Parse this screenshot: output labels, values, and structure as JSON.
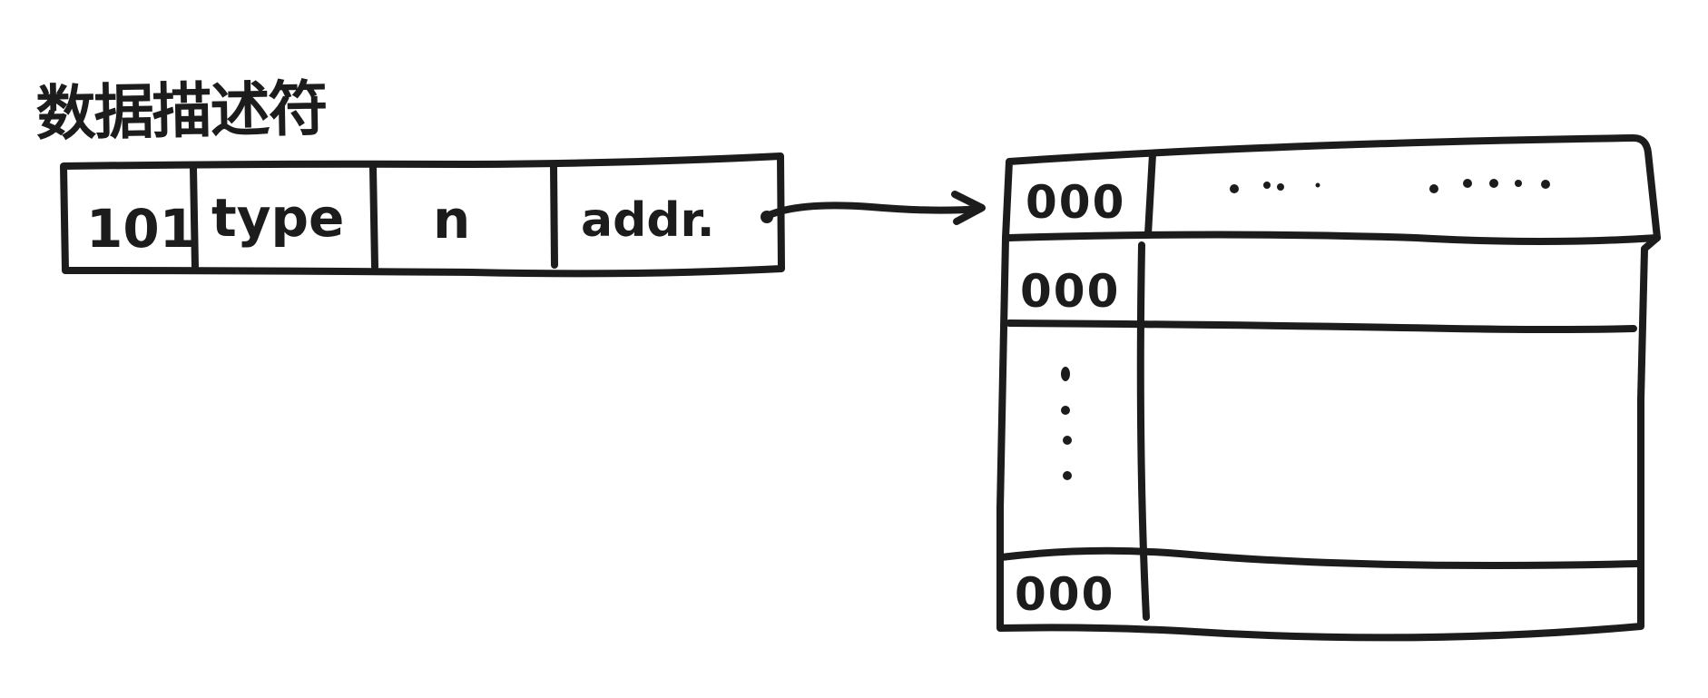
{
  "title": "数据描述符",
  "descriptor": {
    "fields": [
      {
        "label": "101"
      },
      {
        "label": "type"
      },
      {
        "label": "n"
      },
      {
        "label": "addr."
      }
    ]
  },
  "table": {
    "rows": [
      {
        "label": "000"
      },
      {
        "label": "000"
      },
      {
        "label": "000"
      }
    ]
  }
}
